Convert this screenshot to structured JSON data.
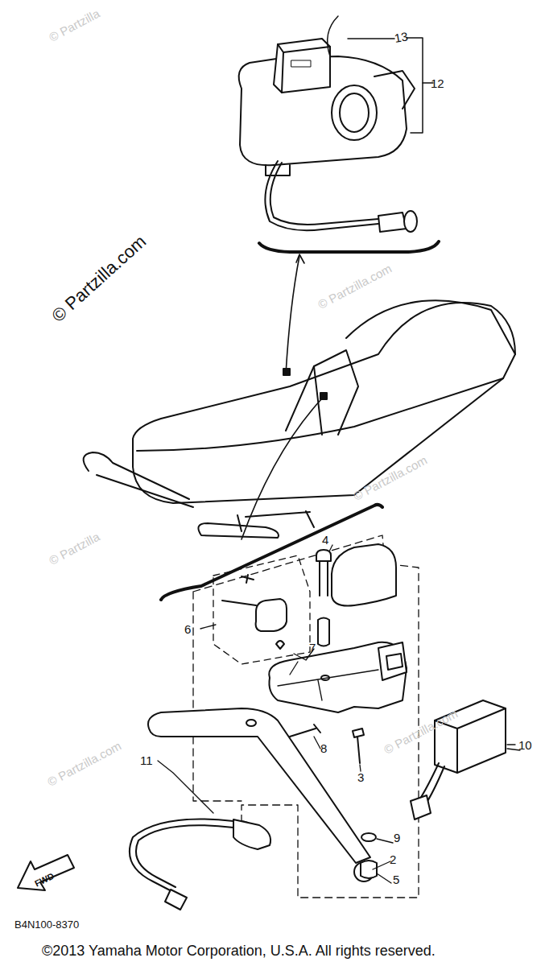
{
  "diagram": {
    "labels": [
      "13",
      "12",
      "© Partzilla.com",
      "4",
      "6",
      "7",
      "8",
      "3",
      "10",
      "11",
      "9",
      "2",
      "5",
      "FWD",
      "B4N100-8370",
      "©2013 Yamaha Motor Corporation, U.S.A. All rights reserved.",
      "© Partzilla",
      "© Partzilla.com",
      "© Partzilla.com",
      "© Partzilla",
      "© Partzilla.com",
      "© Partzilla.com"
    ]
  }
}
